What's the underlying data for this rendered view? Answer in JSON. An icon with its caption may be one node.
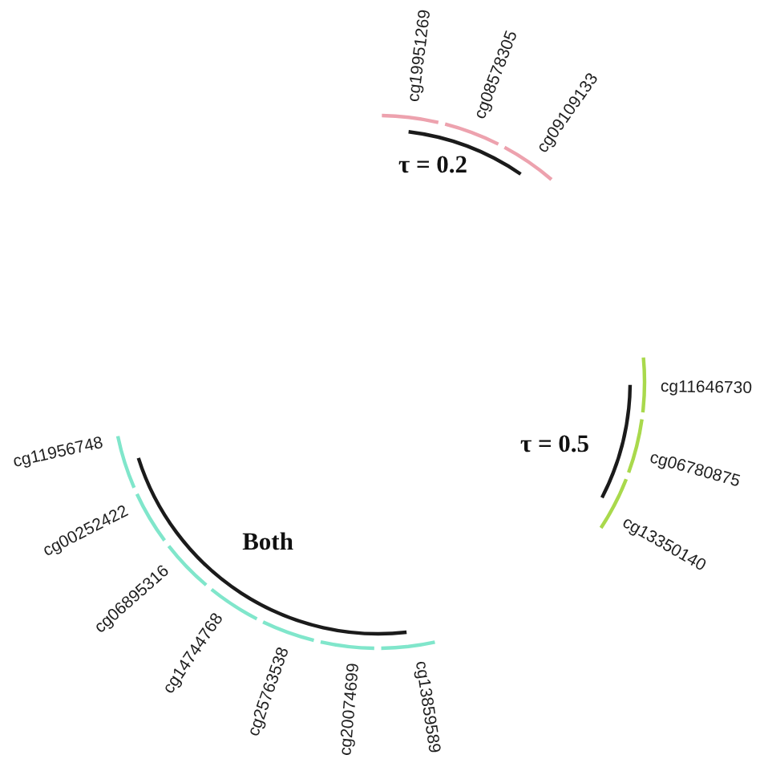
{
  "diagram": {
    "labels": [
      "cg19951269",
      "cg08578305",
      "cg09109133",
      "τ = 0.2",
      "cg11646730",
      "cg06780875",
      "cg13350140",
      "τ = 0.5",
      "cg11956748",
      "cg00252422",
      "cg06895316",
      "cg14744768",
      "cg25763538",
      "cg20074699",
      "cg13859589",
      "Both"
    ]
  }
}
